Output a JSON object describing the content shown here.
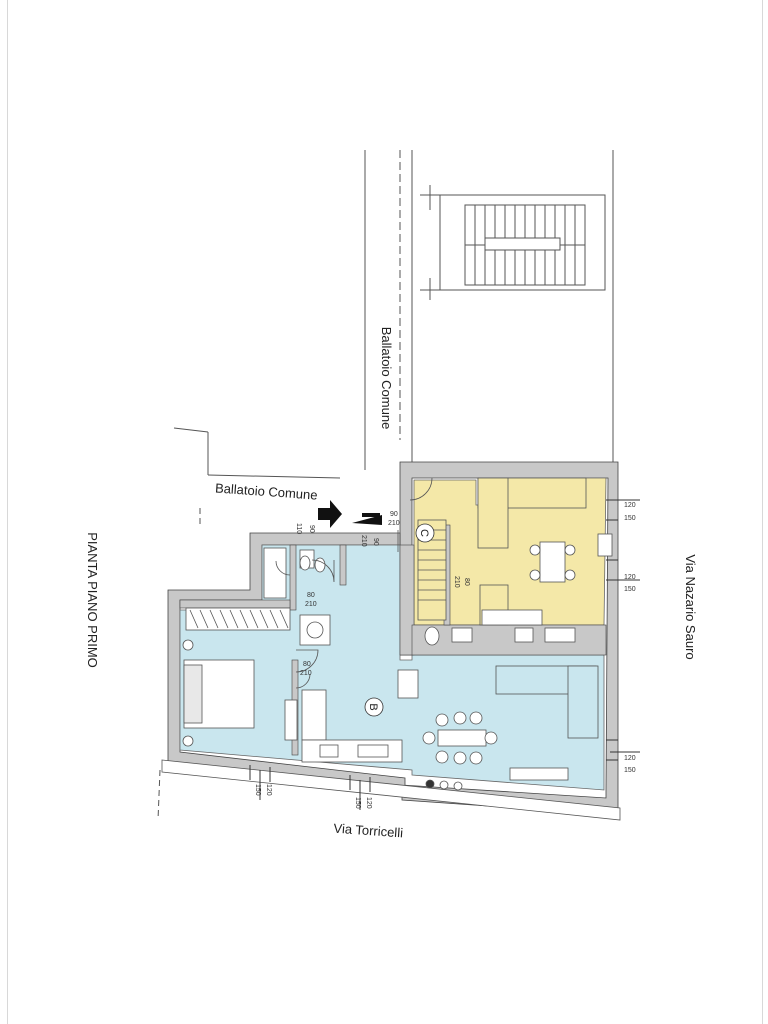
{
  "plan": {
    "title": "PIANTA PIANO PRIMO",
    "streets": {
      "right": "Via Nazario Sauro",
      "bottom": "Via Torricelli"
    },
    "corridor_top": "Ballatoio Comune",
    "corridor_side": "Ballatoio Comune",
    "units": {
      "b": "B",
      "c": "C"
    },
    "dims": {
      "r1a": "120",
      "r1b": "150",
      "r2a": "120",
      "r2b": "150",
      "r3a": "120",
      "r3b": "150",
      "b1a": "120",
      "b1b": "150",
      "b2a": "120",
      "b2b": "150",
      "d90a": "90",
      "d210a": "210",
      "d90b": "90",
      "d210b": "210",
      "d90c": "90",
      "d110": "110",
      "d80a": "80",
      "d210c": "210",
      "d80b": "80",
      "d210d": "210",
      "d80c": "80",
      "d210e": "210"
    },
    "colors": {
      "unit_b": "#c9e6ee",
      "unit_c": "#f4e8a8",
      "wall": "#c8c8c8"
    }
  }
}
